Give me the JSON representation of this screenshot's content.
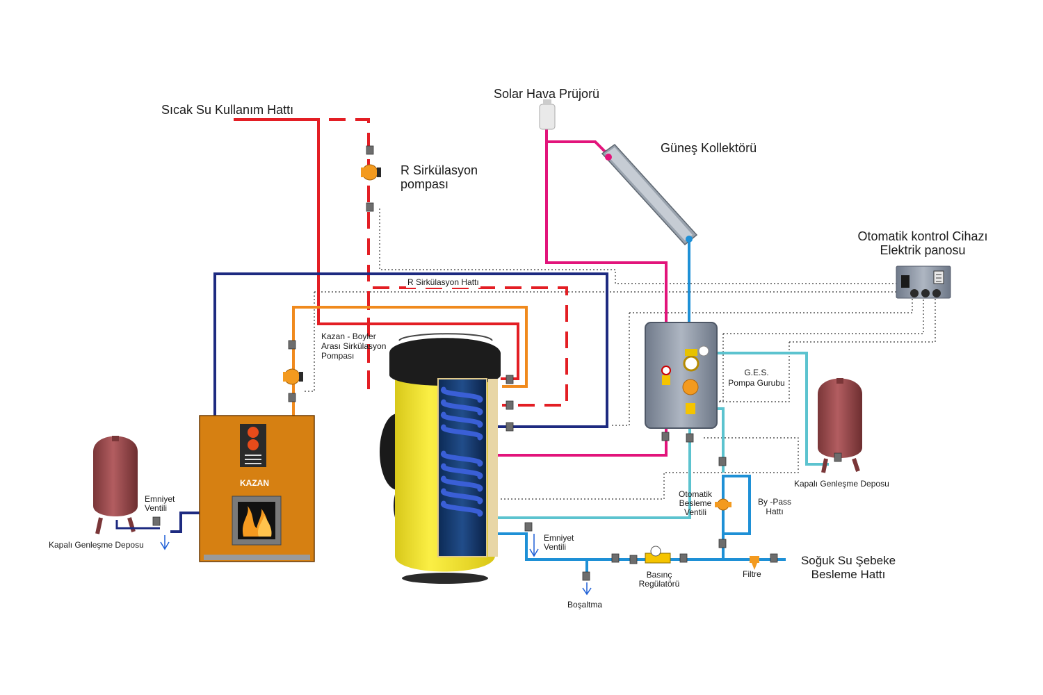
{
  "labels": {
    "hot_water_line": "Sıcak Su Kullanım Hattı",
    "r_circ_pump_1": "R Sirkülasyon",
    "r_circ_pump_2": "pompası",
    "solar_air_vent": "Solar Hava Prüjorü",
    "solar_collector": "Güneş Kollektörü",
    "controller_1": "Otomatik kontrol Cihazı",
    "controller_2": "Elektrik panosu",
    "r_circ_line": "R Sirkülasyon Hattı",
    "boiler_pump_1": "Kazan - Boyler",
    "boiler_pump_2": "Arası Sirkülasyon",
    "boiler_pump_3": "Pompası",
    "ges_1": "G.E.S.",
    "ges_2": "Pompa Gurubu",
    "exp_tank_right": "Kapalı Genleşme Deposu",
    "exp_tank_left": "Kapalı Genleşme Deposu",
    "kazan": "KAZAN",
    "safety_valve_left_1": "Emniyet",
    "safety_valve_left_2": "Ventili",
    "safety_valve_mid_1": "Emniyet",
    "safety_valve_mid_2": "Ventili",
    "auto_feed_1": "Otomatik",
    "auto_feed_2": "Besleme",
    "auto_feed_3": "Ventili",
    "bypass_1": "By -Pass",
    "bypass_2": "Hattı",
    "cold_water_1": "Soğuk Su Şebeke",
    "cold_water_2": "Besleme Hattı",
    "pressure_reg_1": "Basınç",
    "pressure_reg_2": "Regülatörü",
    "filter": "Filtre",
    "drain": "Boşaltma"
  },
  "colors": {
    "hot_red": "#e31e24",
    "solar_magenta": "#e2147b",
    "boiler_blue": "#1d2a80",
    "cold_blue": "#1e90d6",
    "return_cyan": "#5cc3cf",
    "boiler_orange": "#f08a1d",
    "kazan_body": "#d68012",
    "tank_yellow": "#f5e52d",
    "exp_tank": "#9e4d4f",
    "pump_orange": "#f39a1f",
    "control_panel": "#8a8fa8"
  },
  "icons": [
    "pump-icon",
    "valve-icon",
    "flame-icon",
    "gauge-icon",
    "expansion-tank-icon"
  ]
}
